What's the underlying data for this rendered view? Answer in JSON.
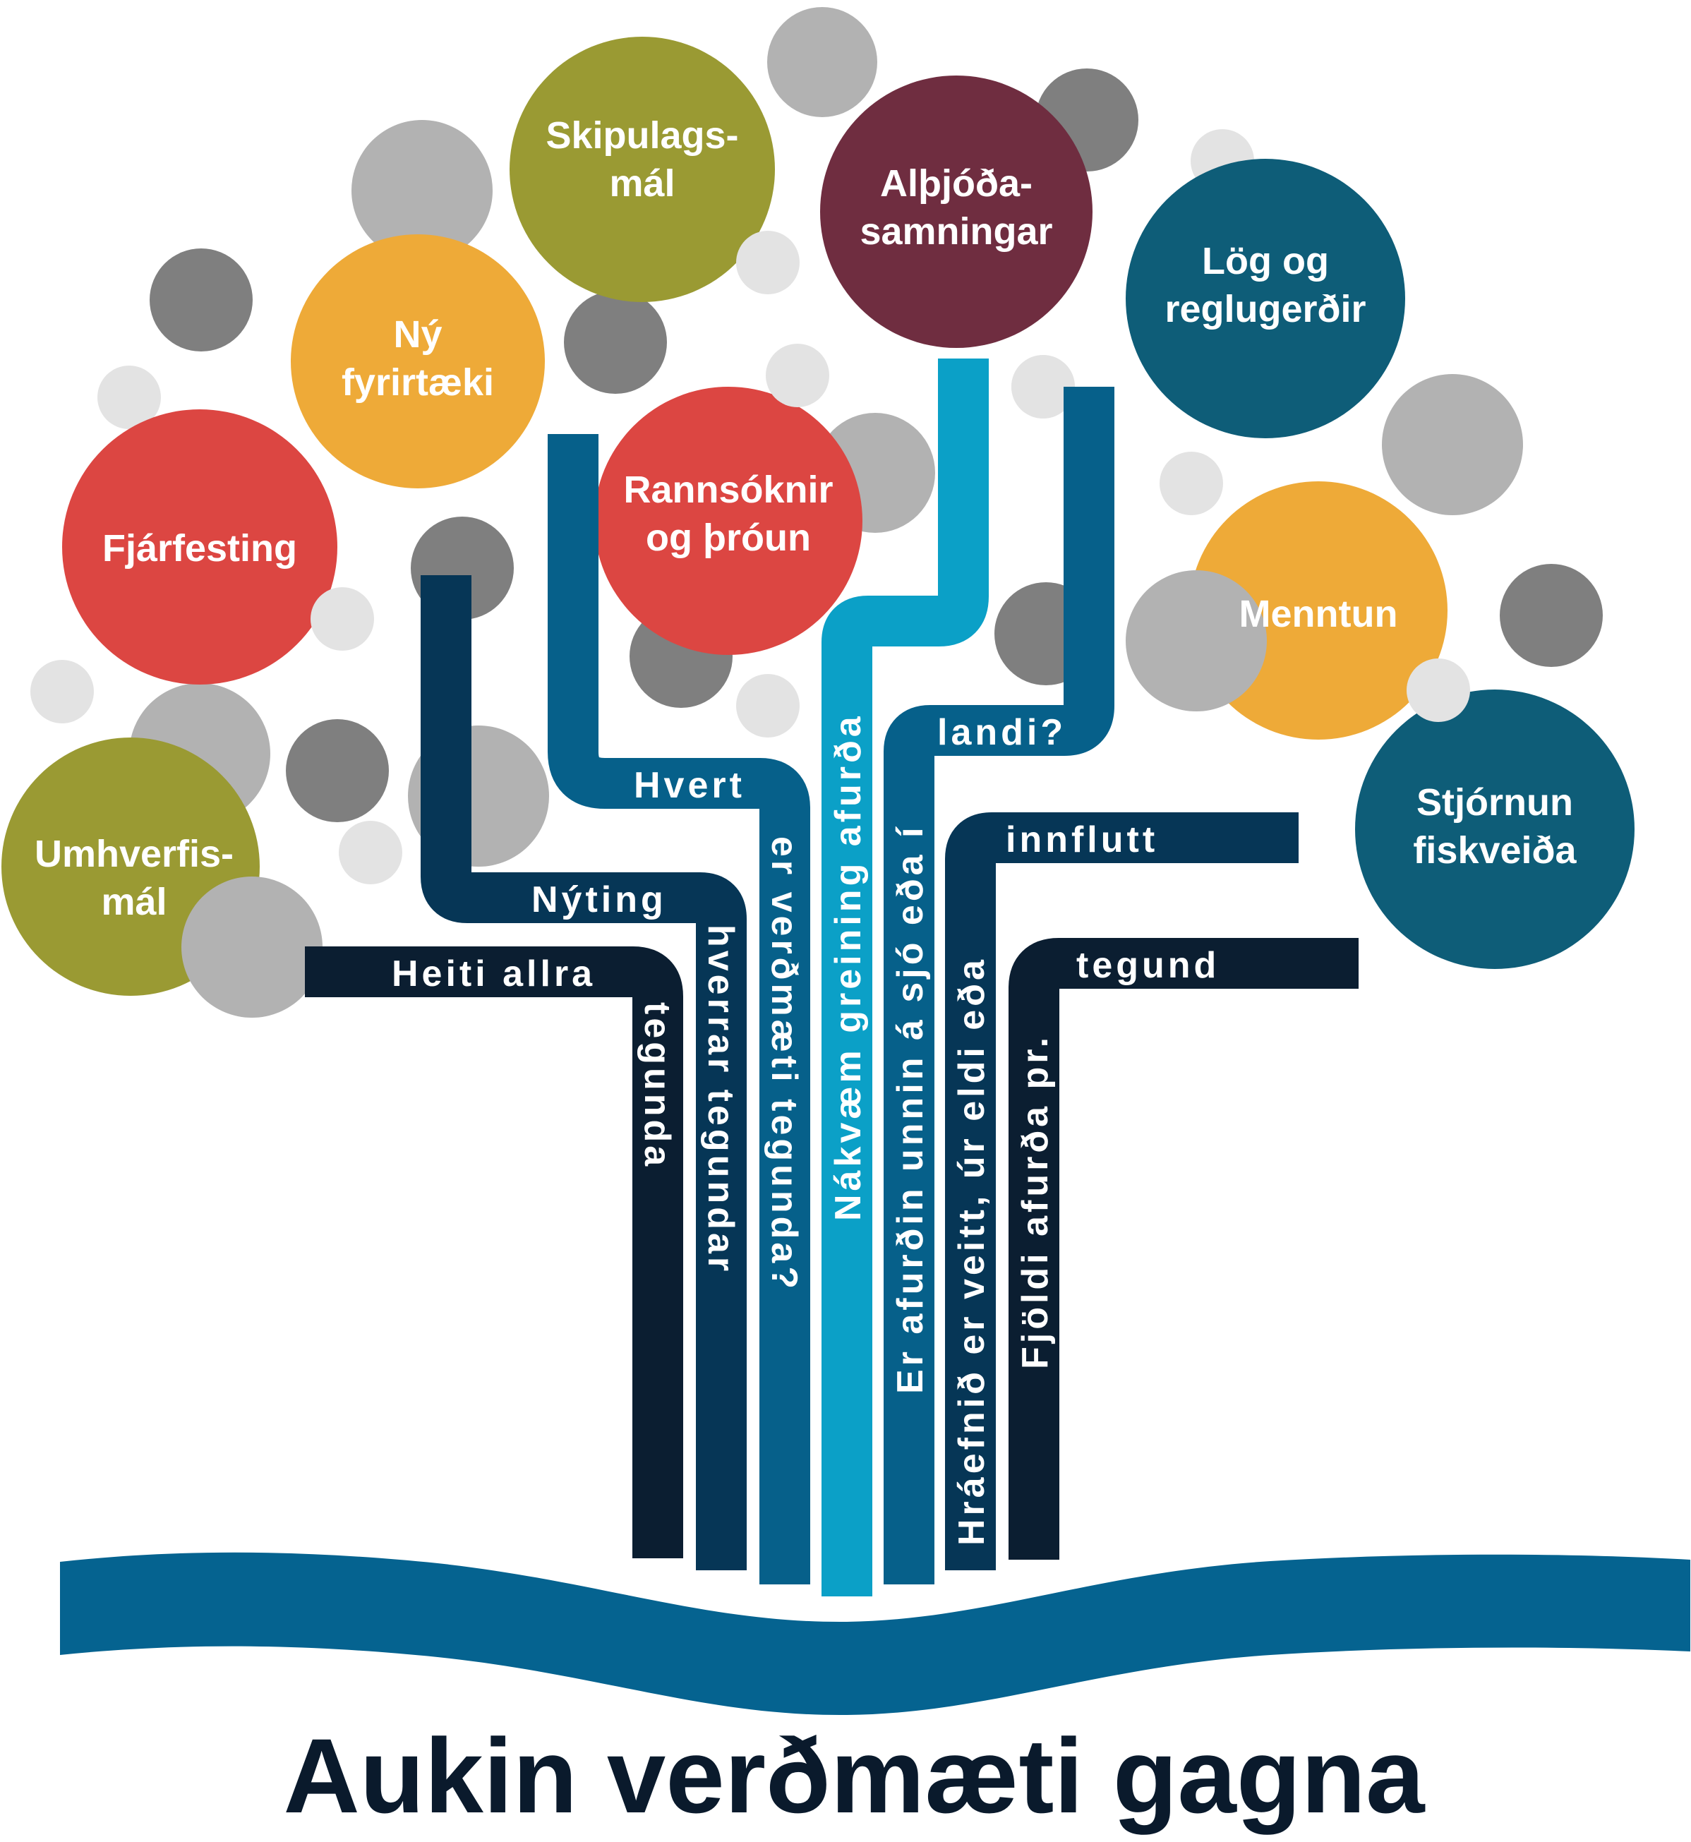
{
  "title": "Aukin verðmæti gagna",
  "colors": {
    "dark_navy": "#0b1e31",
    "navy": "#063656",
    "blue": "#06608a",
    "cyan": "#0ba0c7",
    "wave": "#056390",
    "teal_circle": "#0e5d78",
    "red_circle": "#dc4642",
    "orange_circle": "#eeaa38",
    "olive_circle": "#9a9a33",
    "maroon_circle": "#6f2d40",
    "grey_dark": "#7f7f7f",
    "grey_mid": "#b2b2b2",
    "grey_light": "#e3e3e3"
  },
  "topics": [
    {
      "id": "skipulagsmal",
      "lines": [
        "Skipulags-",
        "mál"
      ]
    },
    {
      "id": "althjodasamningar",
      "lines": [
        "Alþjóða-",
        "samningar"
      ]
    },
    {
      "id": "log",
      "lines": [
        "Lög og",
        "reglugerðir"
      ]
    },
    {
      "id": "ny-fyrirtaeki",
      "lines": [
        "Ný",
        "fyrirtæki"
      ]
    },
    {
      "id": "rannsoknir",
      "lines": [
        "Rannsóknir",
        "og þróun"
      ]
    },
    {
      "id": "fjarfesting",
      "lines": [
        "Fjárfesting"
      ]
    },
    {
      "id": "menntun",
      "lines": [
        "Menntun"
      ]
    },
    {
      "id": "stjornun",
      "lines": [
        "Stjórnun",
        "fiskveiða"
      ]
    },
    {
      "id": "umhverfismal",
      "lines": [
        "Umhverfis-",
        "mál"
      ]
    }
  ],
  "branches": [
    {
      "id": "heiti",
      "horizontal": "Heiti allra",
      "vertical": "tegunda"
    },
    {
      "id": "nyting",
      "horizontal": "Nýting",
      "vertical": "hverrar tegundar"
    },
    {
      "id": "hvert",
      "horizontal": "Hvert",
      "vertical": "er verðmæti tegunda?"
    },
    {
      "id": "nakvaem",
      "vertical": "Nákvæm greining afurða"
    },
    {
      "id": "afurdin",
      "vertical": "Er afurðin unnin á sjó eða í",
      "horizontal": "landi?"
    },
    {
      "id": "hraefnid",
      "vertical": "Hráefnið er veitt, úr eldi eða",
      "horizontal": "innflutt"
    },
    {
      "id": "fjoldi",
      "vertical": "Fjöldi afurða pr.",
      "horizontal": "tegund"
    }
  ]
}
